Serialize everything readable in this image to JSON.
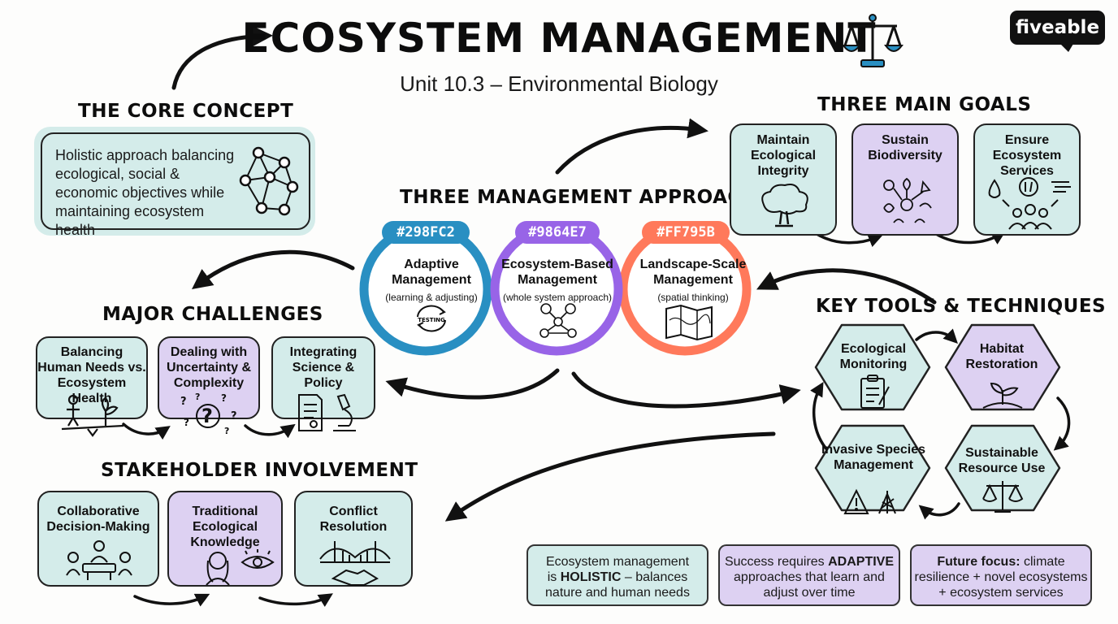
{
  "header": {
    "title": "ECOSYSTEM MANAGEMENT",
    "subtitle": "Unit 10.3 – Environmental Biology",
    "logo": "fiveable",
    "title_icon": "scales-icon"
  },
  "core_concept": {
    "heading": "THE CORE CONCEPT",
    "text": "Holistic approach balancing ecological, social & economic objectives while maintaining ecosystem health",
    "icon": "network-icon"
  },
  "approaches": {
    "heading": "THREE MANAGEMENT APPROACHES",
    "items": [
      {
        "code": "#298FC2",
        "title": "Adaptive Management",
        "note": "(learning & adjusting)",
        "icon_text": "TESTING",
        "color": "#298FC2"
      },
      {
        "code": "#9864E7",
        "title": "Ecosystem-Based Management",
        "note": "(whole system approach)",
        "color": "#9864E7"
      },
      {
        "code": "#FF795B",
        "title": "Landscape-Scale Management",
        "note": "(spatial thinking)",
        "color": "#FF795B"
      }
    ]
  },
  "goals": {
    "heading": "THREE MAIN GOALS",
    "items": [
      {
        "label": "Maintain Ecological Integrity",
        "icon": "tree-icon"
      },
      {
        "label": "Sustain Biodiversity",
        "icon": "biodiversity-icon"
      },
      {
        "label": "Ensure Ecosystem Services",
        "icon": "services-icon"
      }
    ]
  },
  "challenges": {
    "heading": "MAJOR CHALLENGES",
    "items": [
      {
        "label": "Balancing Human Needs vs. Ecosystem Health",
        "icon": "seesaw-icon"
      },
      {
        "label": "Dealing with Uncertainty & Complexity",
        "icon": "question-marks-icon"
      },
      {
        "label": "Integrating Science & Policy",
        "icon": "document-microscope-icon"
      }
    ]
  },
  "stakeholders": {
    "heading": "STAKEHOLDER INVOLVEMENT",
    "items": [
      {
        "label": "Collaborative Decision-Making",
        "icon": "meeting-icon"
      },
      {
        "label": "Traditional Ecological Knowledge",
        "icon": "elder-eye-icon"
      },
      {
        "label": "Conflict Resolution",
        "icon": "bridge-handshake-icon"
      }
    ]
  },
  "tools": {
    "heading": "KEY TOOLS & TECHNIQUES",
    "items": [
      {
        "label": "Ecological Monitoring",
        "icon": "clipboard-icon"
      },
      {
        "label": "Habitat Restoration",
        "icon": "sprout-icon"
      },
      {
        "label": "Sustainable Resource Use",
        "icon": "balance-icon"
      },
      {
        "label": "Invasive Species Management",
        "icon": "warning-icon"
      }
    ]
  },
  "summary": {
    "box1": {
      "a": "Ecosystem management",
      "b": "is ",
      "strong": "HOLISTIC",
      "c": " – balances",
      "d": "nature and human needs"
    },
    "box2": {
      "a": "Success requires ",
      "strong": "ADAPTIVE",
      "b": "approaches that learn and",
      "c": "adjust over time"
    },
    "box3": {
      "strong": "Future focus:",
      "a": " climate",
      "b": "resilience + novel ecosystems",
      "c": "+ ecosystem services"
    }
  },
  "colors": {
    "teal": "#D4ECEA",
    "lavender": "#DDD1F2",
    "blue": "#298FC2",
    "purple": "#9864E7",
    "orange": "#FF795B"
  }
}
